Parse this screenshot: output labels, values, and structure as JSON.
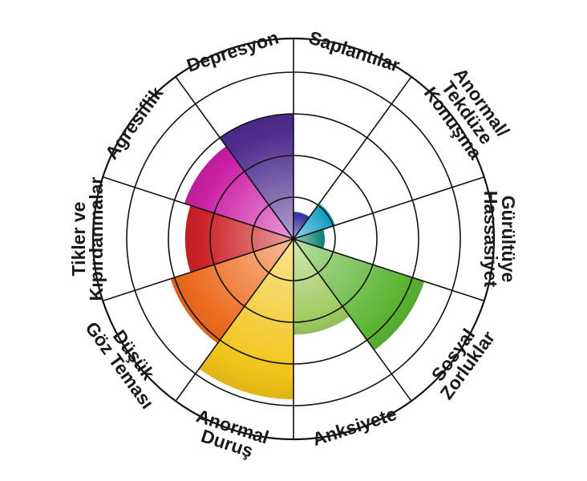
{
  "chart_data": {
    "type": "polar-area",
    "title": "",
    "rings": 4,
    "max_value": 4,
    "categories": [
      {
        "label": "Saplantılar",
        "lines": [
          "Saplantılar"
        ],
        "value": 0.65,
        "color": "#3d38a8"
      },
      {
        "label": "Anormal/Tekdüze Konuşma",
        "lines": [
          "Anormal/",
          "Tekdüze",
          "Konuşma"
        ],
        "value": 1.05,
        "color": "#1aa3c8"
      },
      {
        "label": "Gürültüye Hassasiyet",
        "lines": [
          "Gürültüye",
          "Hassasiyet"
        ],
        "value": 0.75,
        "color": "#1c8a78"
      },
      {
        "label": "Sosyal Zorluklar",
        "lines": [
          "Sosyal",
          "Zorluklar"
        ],
        "value": 3.3,
        "color": "#5db534"
      },
      {
        "label": "Anksiyete",
        "lines": [
          "Anksiyete"
        ],
        "value": 2.3,
        "color": "#9fcc62"
      },
      {
        "label": "Anormal Duruş",
        "lines": [
          "Anormal",
          "Duruş"
        ],
        "value": 3.85,
        "color": "#f2c418"
      },
      {
        "label": "Düşük Göz Teması",
        "lines": [
          "Düşük",
          "Göz Teması"
        ],
        "value": 3.1,
        "color": "#ed6c1f"
      },
      {
        "label": "Tikler ve Kıpırdanmalar",
        "lines": [
          "Tikler ve",
          "Kıpırdanmalar"
        ],
        "value": 2.6,
        "color": "#cc2328"
      },
      {
        "label": "Agresiflik",
        "lines": [
          "Agresiflik"
        ],
        "value": 2.75,
        "color": "#cc21a6"
      },
      {
        "label": "Depresyon",
        "lines": [
          "Depresyon"
        ],
        "value": 3.0,
        "color": "#4f2d8f"
      }
    ]
  }
}
